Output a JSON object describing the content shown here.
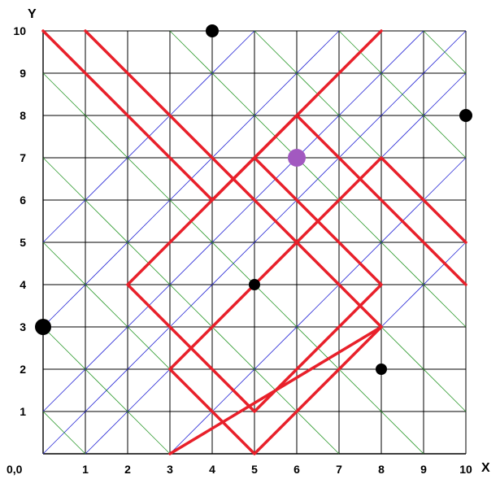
{
  "axes": {
    "x_label": "X",
    "y_label": "Y",
    "origin_label": "0,0",
    "range": [
      0,
      10
    ]
  },
  "colors": {
    "grid": "#000000",
    "blue_diagonal": "#2b2bd6",
    "green_diagonal": "#2e9a2e",
    "path": "#e8202a",
    "point": "#000000",
    "highlight_point": "#a259c0"
  },
  "blue_diagonals": [
    [
      [
        0,
        0
      ],
      [
        10,
        10
      ]
    ],
    [
      [
        0,
        1
      ],
      [
        9,
        10
      ]
    ],
    [
      [
        0,
        3
      ],
      [
        7,
        10
      ]
    ],
    [
      [
        0,
        5
      ],
      [
        5,
        10
      ]
    ],
    [
      [
        1,
        0
      ],
      [
        10,
        9
      ]
    ],
    [
      [
        3,
        0
      ],
      [
        10,
        7
      ]
    ],
    [
      [
        5,
        0
      ],
      [
        10,
        5
      ]
    ]
  ],
  "green_diagonals": [
    [
      [
        0,
        1
      ],
      [
        1,
        0
      ]
    ],
    [
      [
        0,
        3
      ],
      [
        3,
        0
      ]
    ],
    [
      [
        0,
        5
      ],
      [
        5,
        0
      ]
    ],
    [
      [
        0,
        7
      ],
      [
        7,
        0
      ]
    ],
    [
      [
        0,
        9
      ],
      [
        9,
        0
      ]
    ],
    [
      [
        1,
        10
      ],
      [
        10,
        1
      ]
    ],
    [
      [
        3,
        10
      ],
      [
        10,
        3
      ]
    ],
    [
      [
        5,
        10
      ],
      [
        10,
        5
      ]
    ],
    [
      [
        7,
        10
      ],
      [
        10,
        7
      ]
    ],
    [
      [
        9,
        10
      ],
      [
        10,
        9
      ]
    ]
  ],
  "red_paths": [
    [
      [
        0,
        10
      ],
      [
        4,
        6
      ]
    ],
    [
      [
        1,
        10
      ],
      [
        5,
        6
      ],
      [
        8,
        3
      ],
      [
        3,
        -1
      ]
    ],
    [
      [
        4,
        6
      ],
      [
        8,
        10
      ]
    ],
    [
      [
        6,
        8
      ],
      [
        10,
        4
      ]
    ],
    [
      [
        6,
        8
      ],
      [
        2,
        4
      ],
      [
        5,
        1
      ],
      [
        8,
        4
      ],
      [
        5,
        7
      ],
      [
        3,
        5
      ]
    ],
    [
      [
        3,
        2
      ],
      [
        8,
        7
      ],
      [
        10,
        5
      ]
    ],
    [
      [
        3,
        2
      ],
      [
        5,
        0
      ],
      [
        8,
        3
      ]
    ]
  ],
  "points": [
    {
      "x": 4,
      "y": 10,
      "r": 8
    },
    {
      "x": 10,
      "y": 8,
      "r": 8
    },
    {
      "x": 0,
      "y": 3,
      "r": 10
    },
    {
      "x": 5,
      "y": 4,
      "r": 7
    },
    {
      "x": 8,
      "y": 2,
      "r": 7
    }
  ],
  "highlight_point": {
    "x": 6,
    "y": 7,
    "r": 11
  }
}
